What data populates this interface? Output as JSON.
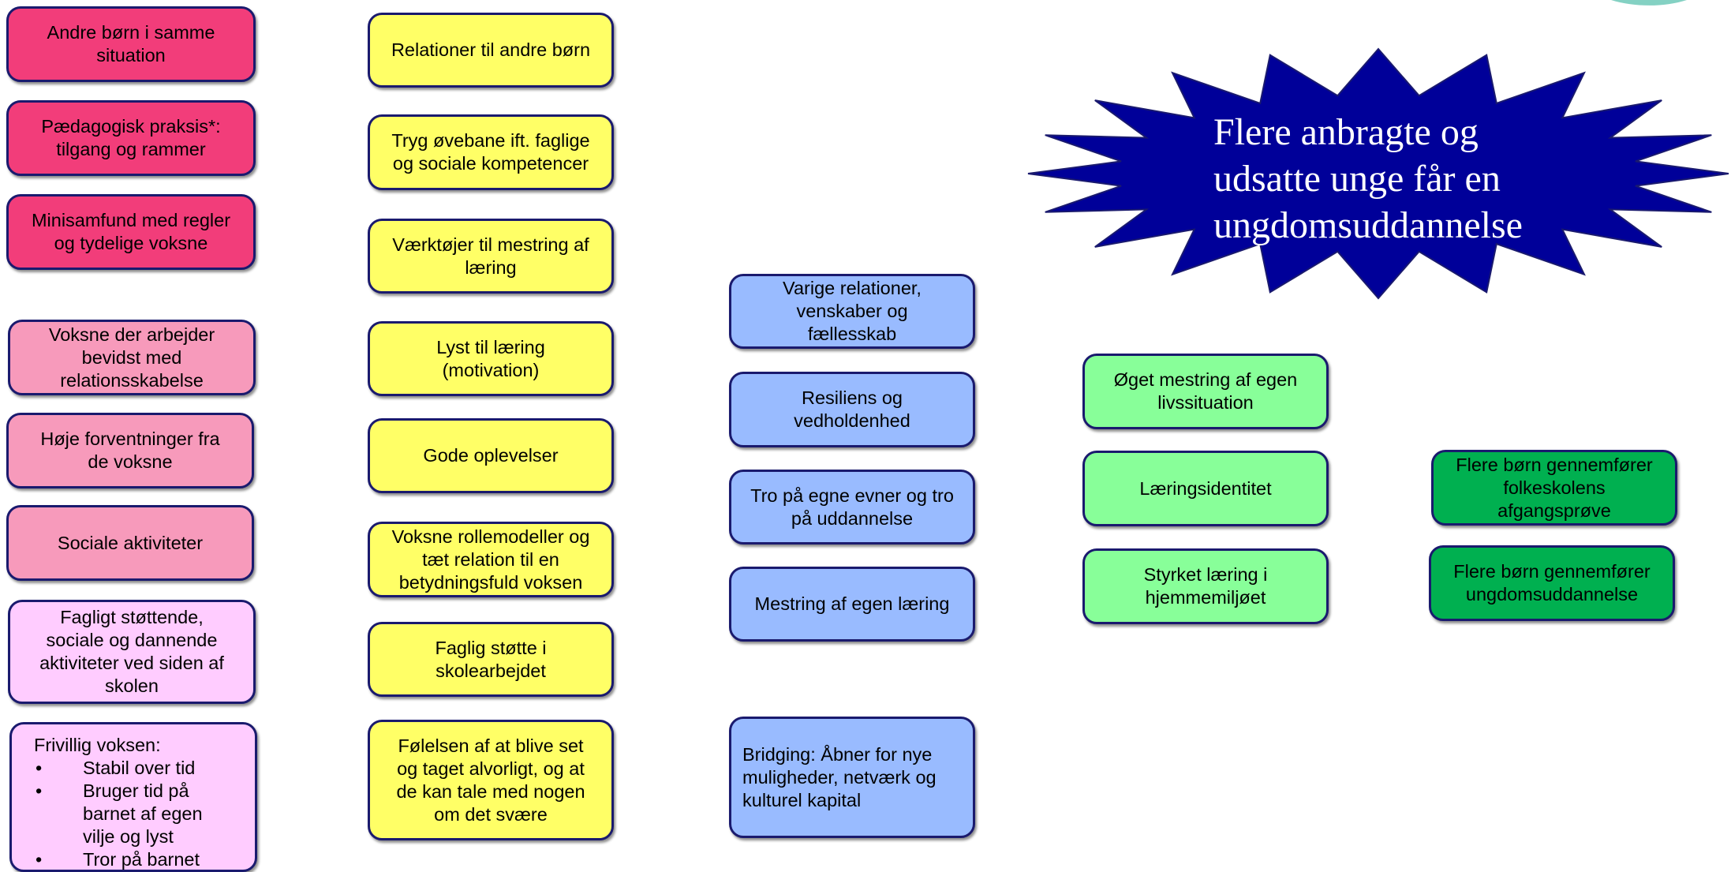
{
  "column1": [
    {
      "text": "Andre børn i samme\nsituation"
    },
    {
      "text": "Pædagogisk praksis*:\ntilgang og rammer"
    },
    {
      "text": "Minisamfund med regler\nog tydelige voksne"
    },
    {
      "text": "Voksne der arbejder\nbevidst med\nrelationsskabelse"
    },
    {
      "text": "Høje forventninger fra\nde voksne"
    },
    {
      "text": "Sociale aktiviteter"
    },
    {
      "text": "Fagligt støttende,\nsociale og dannende\naktiviteter ved siden af\nskolen"
    }
  ],
  "volunteer": {
    "title": "Frivillig voksen:",
    "items": [
      "Stabil over tid",
      "Bruger tid på\nbarnet af egen\nvilje og lyst",
      "Tror på barnet"
    ]
  },
  "column2": [
    {
      "text": "Relationer til andre børn"
    },
    {
      "text": "Tryg øvebane ift. faglige\nog sociale kompetencer"
    },
    {
      "text": "Værktøjer til mestring af\nlæring"
    },
    {
      "text": "Lyst til læring\n(motivation)"
    },
    {
      "text": "Gode oplevelser"
    },
    {
      "text": "Voksne rollemodeller og\ntæt relation til en\nbetydningsfuld voksen"
    },
    {
      "text": "Faglig støtte i\nskolearbejdet"
    },
    {
      "text": "Følelsen af at blive set\nog taget alvorligt, og at\nde kan tale med nogen\nom det svære"
    }
  ],
  "column3": [
    {
      "text": "Varige relationer,\nvenskaber og\nfællesskab"
    },
    {
      "text": "Resiliens og\nvedholdenhed"
    },
    {
      "text": "Tro på egne evner og tro\npå uddannelse"
    },
    {
      "text": "Mestring af egen læring"
    },
    {
      "text": "Bridging: Åbner for nye\nmuligheder, netværk og\nkulturel kapital"
    }
  ],
  "column4": [
    {
      "text": "Øget mestring af egen\nlivssituation"
    },
    {
      "text": "Læringsidentitet"
    },
    {
      "text": "Styrket læring i\nhjemmemiljøet"
    }
  ],
  "column5": [
    {
      "text": "Flere børn gennemfører\nfolkeskolens\nafgangsprøve"
    },
    {
      "text": "Flere børn gennemfører\nungdomsuddannelse"
    }
  ],
  "goal": {
    "text": "Flere anbragte og\nudsatte unge får en\nungdomsuddannelse"
  },
  "colors": {
    "hot_pink": "#f23d7a",
    "pink": "#f79abb",
    "lilac": "#ffccff",
    "yellow": "#ffff66",
    "blue": "#99bbff",
    "mint": "#88ff99",
    "green": "#00b050",
    "star": "#000099",
    "border": "#1a1a6e"
  },
  "icons": {
    "corner": "leaf-logo-icon"
  }
}
